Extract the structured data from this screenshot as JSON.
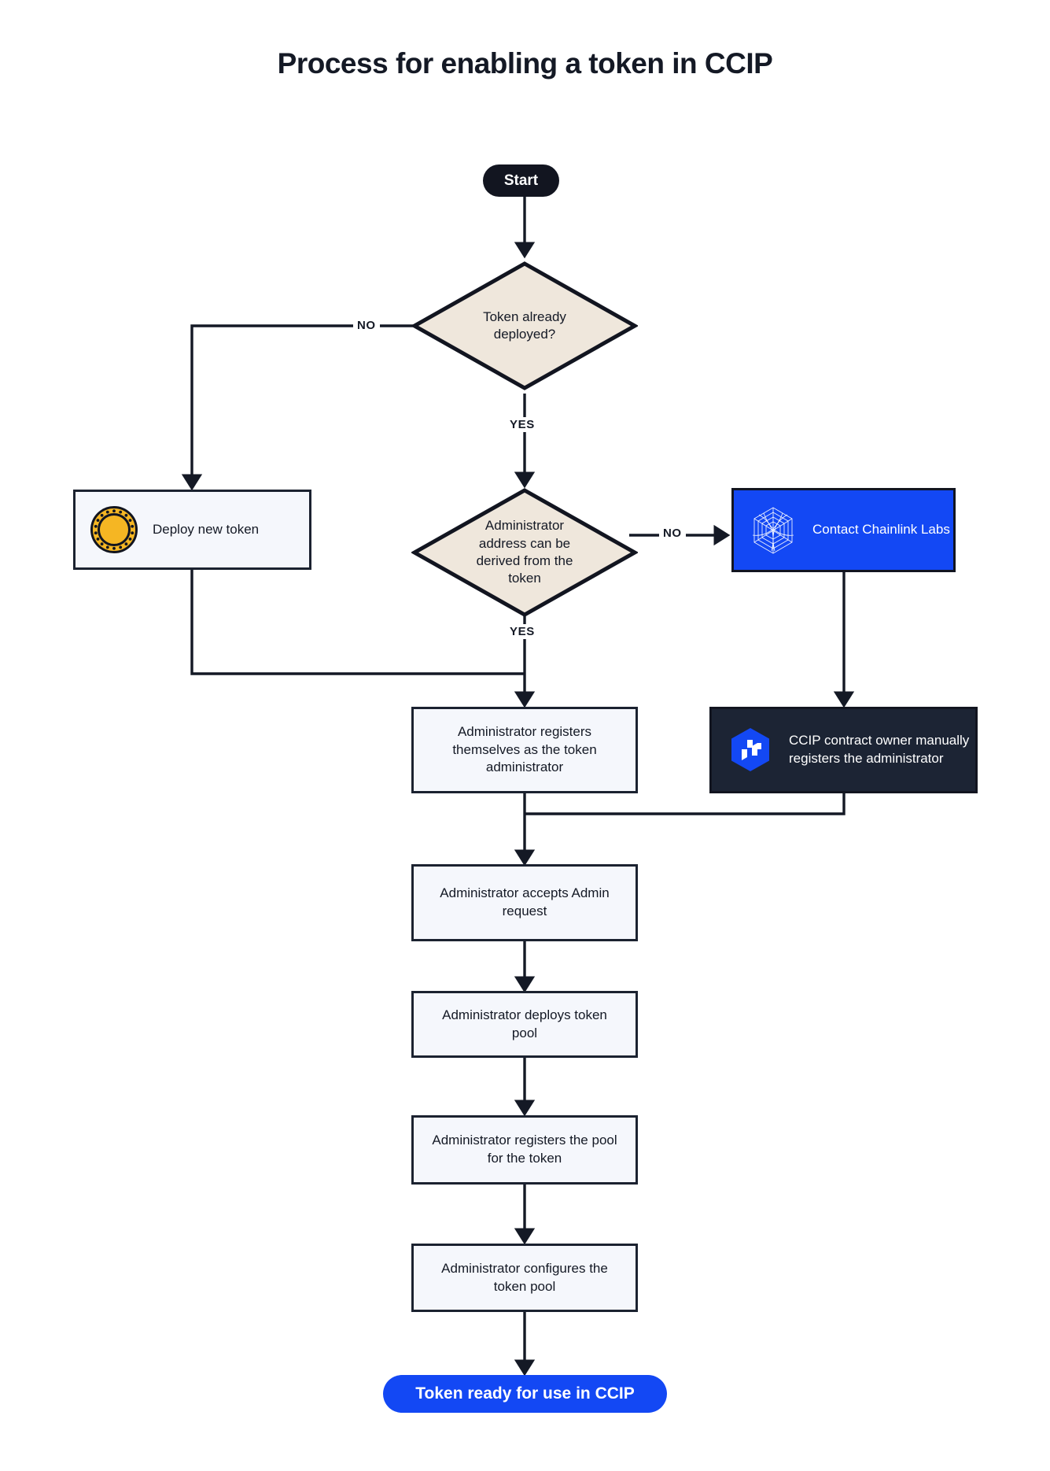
{
  "title": "Process for enabling a token in CCIP",
  "colors": {
    "page_background": "#ffffff",
    "ink": "#141925",
    "start_pill": "#121520",
    "end_pill": "#1348F4",
    "decision_fill": "#EFE7DC",
    "process_fill": "#F5F7FC",
    "stroke": "#1b2230",
    "chainlink_blue": "#1348F4",
    "ccip_dark": "#1C2434",
    "coin_gold": "#F5B623"
  },
  "nodes": {
    "start": {
      "label": "Start",
      "type": "terminator"
    },
    "decision_deployed": {
      "label": "Token already deployed?",
      "type": "decision"
    },
    "deploy_new_token": {
      "label": "Deploy new token",
      "type": "process",
      "icon": "gold-coin-icon"
    },
    "decision_admin_derived": {
      "label": "Administrator address can be derived from the token",
      "type": "decision"
    },
    "contact_chainlink": {
      "label": "Contact Chainlink Labs",
      "type": "process",
      "icon": "chainlink-logo-icon"
    },
    "admin_registers_self": {
      "label": "Administrator registers themselves as the token administrator",
      "type": "process"
    },
    "ccip_owner_registers": {
      "label": "CCIP contract owner manually registers the administrator",
      "type": "process",
      "icon": "ccip-logo-icon"
    },
    "admin_accepts": {
      "label": "Administrator accepts Admin request",
      "type": "process"
    },
    "admin_deploys_pool": {
      "label": "Administrator deploys token pool",
      "type": "process"
    },
    "admin_registers_pool": {
      "label": "Administrator registers the pool for the token",
      "type": "process"
    },
    "admin_configures_pool": {
      "label": "Administrator configures the token pool",
      "type": "process"
    },
    "token_ready": {
      "label": "Token ready for use in CCIP",
      "type": "terminator"
    }
  },
  "edge_labels": {
    "deployed_no": "NO",
    "deployed_yes": "YES",
    "derived_no": "NO",
    "derived_yes": "YES"
  }
}
